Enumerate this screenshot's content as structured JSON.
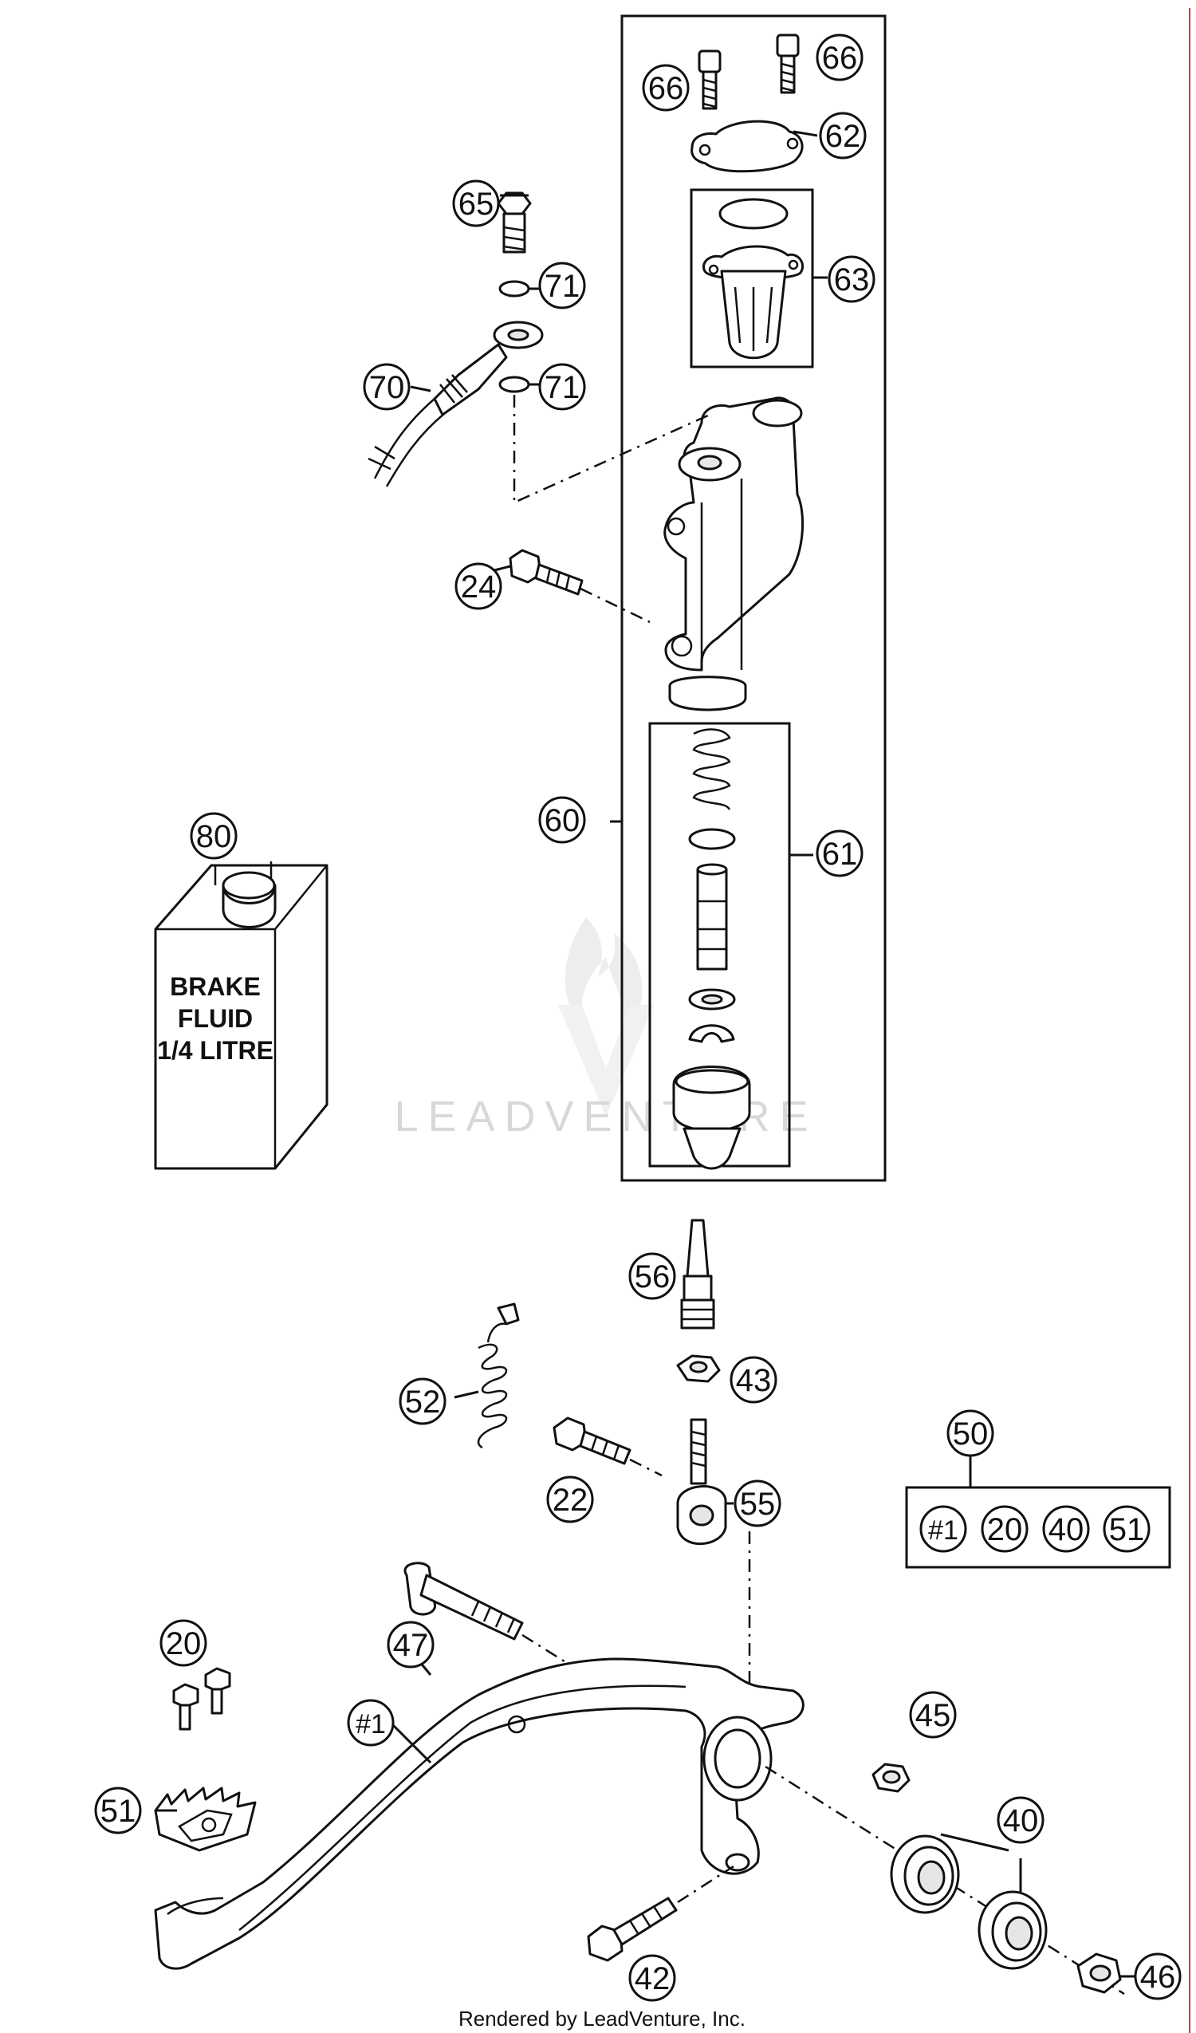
{
  "callouts": [
    {
      "id": "66a",
      "label": "66"
    },
    {
      "id": "66b",
      "label": "66"
    },
    {
      "id": "62",
      "label": "62"
    },
    {
      "id": "65",
      "label": "65"
    },
    {
      "id": "71a",
      "label": "71"
    },
    {
      "id": "63",
      "label": "63"
    },
    {
      "id": "70",
      "label": "70"
    },
    {
      "id": "71b",
      "label": "71"
    },
    {
      "id": "24",
      "label": "24"
    },
    {
      "id": "80",
      "label": "80"
    },
    {
      "id": "60",
      "label": "60"
    },
    {
      "id": "61",
      "label": "61"
    },
    {
      "id": "56",
      "label": "56"
    },
    {
      "id": "43",
      "label": "43"
    },
    {
      "id": "52",
      "label": "52"
    },
    {
      "id": "50",
      "label": "50"
    },
    {
      "id": "22",
      "label": "22"
    },
    {
      "id": "55",
      "label": "55"
    },
    {
      "id": "50_1",
      "label": "#1"
    },
    {
      "id": "50_20",
      "label": "20"
    },
    {
      "id": "50_40",
      "label": "40"
    },
    {
      "id": "50_51",
      "label": "51"
    },
    {
      "id": "20",
      "label": "20"
    },
    {
      "id": "47",
      "label": "47"
    },
    {
      "id": "45",
      "label": "45"
    },
    {
      "id": "1",
      "label": "#1"
    },
    {
      "id": "40",
      "label": "40"
    },
    {
      "id": "51",
      "label": "51"
    },
    {
      "id": "42",
      "label": "42"
    },
    {
      "id": "46",
      "label": "46"
    }
  ],
  "bottle": {
    "line1": "BRAKE",
    "line2": "FLUID",
    "line3": "1/4 LITRE"
  },
  "watermark": "LEADVENTURE",
  "footer": "Rendered by LeadVenture, Inc."
}
